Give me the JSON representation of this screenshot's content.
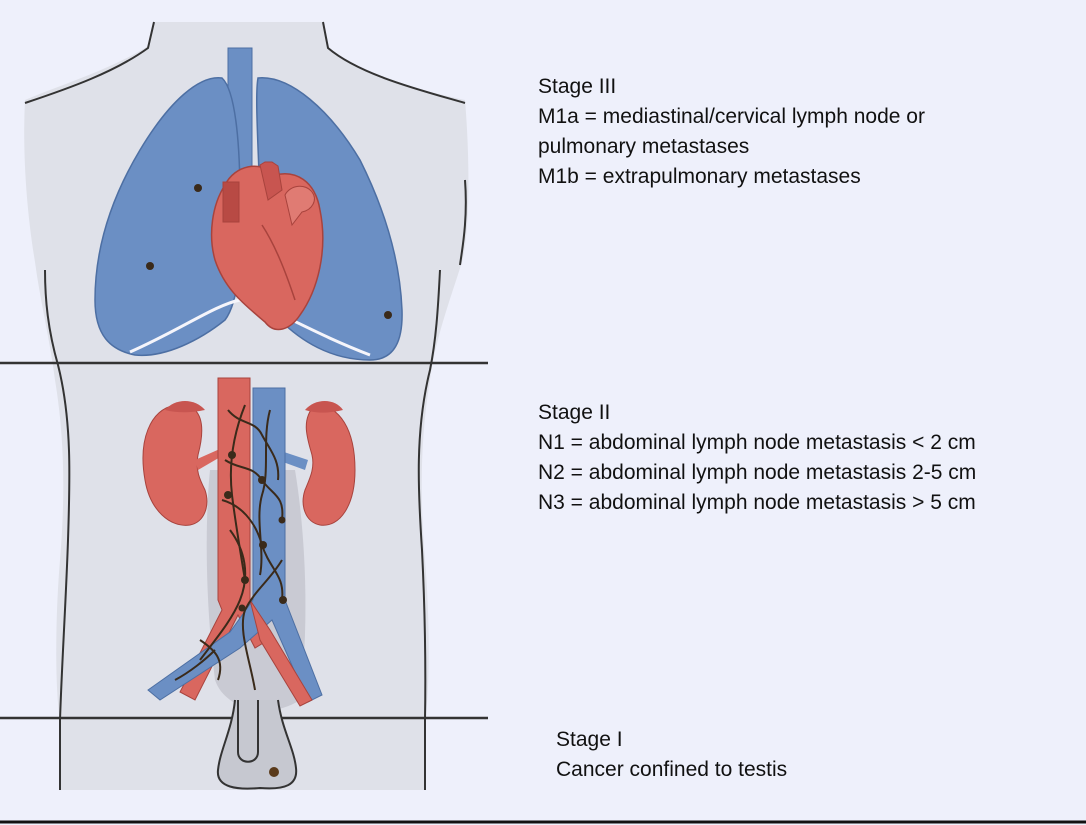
{
  "stages": {
    "stage3": {
      "title": "Stage III",
      "lines": [
        "M1a = mediastinal/cervical lymph node or",
        "pulmonary metastases",
        "M1b = extrapulmonary metastases"
      ]
    },
    "stage2": {
      "title": "Stage II",
      "lines": [
        "N1 = abdominal lymph node metastasis < 2 cm",
        "N2 = abdominal lymph node metastasis 2-5 cm",
        "N3 = abdominal lymph node metastasis > 5 cm"
      ]
    },
    "stage1": {
      "title": "Stage I",
      "lines": [
        "Cancer confined to testis"
      ]
    }
  },
  "colors": {
    "background": "#eef0fb",
    "body": "#dfe1e9",
    "lung": "#6b8fc4",
    "organ_red": "#d9675f",
    "vein_blue": "#6b8fc4",
    "lymph_node": "#3a2a1a"
  }
}
